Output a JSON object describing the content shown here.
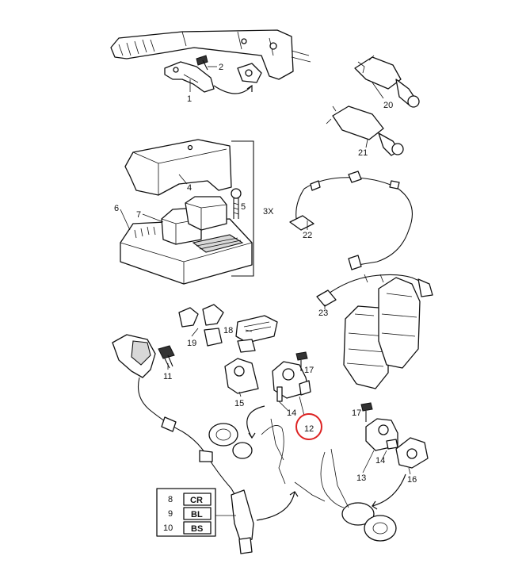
{
  "callouts": {
    "c1": "1",
    "c2": "2",
    "c3x": "3X",
    "c4": "4",
    "c5": "5",
    "c6": "6",
    "c7": "7",
    "c11": "11",
    "c12": "12",
    "c13": "13",
    "c14a": "14",
    "c14b": "14",
    "c15": "15",
    "c16": "16",
    "c17a": "17",
    "c17b": "17",
    "c18": "18",
    "c19": "19",
    "c20": "20",
    "c21": "21",
    "c22": "22",
    "c23": "23"
  },
  "legend": {
    "rows": [
      {
        "num": "8",
        "code": "CR"
      },
      {
        "num": "9",
        "code": "BL"
      },
      {
        "num": "10",
        "code": "BS"
      }
    ]
  },
  "highlight": {
    "label": "12",
    "color": "#dd2222"
  }
}
